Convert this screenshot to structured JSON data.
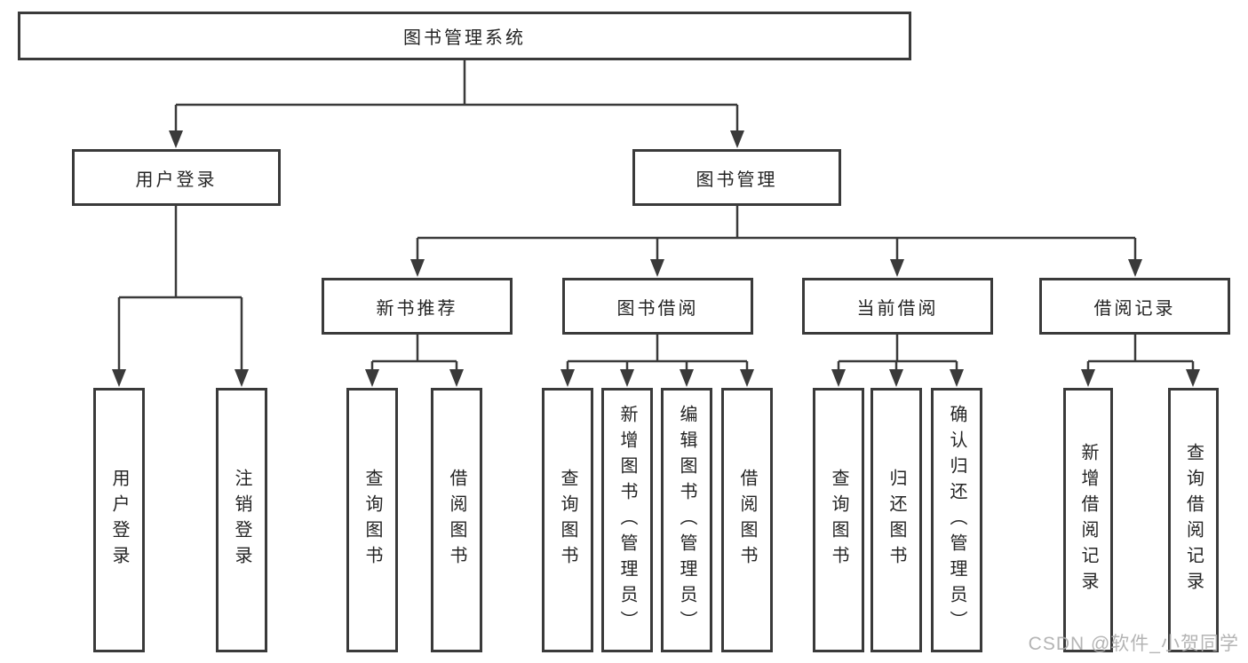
{
  "diagram_title": "图书管理系统",
  "watermark": "CSDN @软件_小贺同学",
  "colors": {
    "line": "#3a3a3a",
    "box_border": "#3a3a3a",
    "box_bg": "#ffffff",
    "text": "#242424",
    "watermark": "#acacac"
  },
  "nodes": {
    "root": {
      "label": "图书管理系统"
    },
    "user_login_branch": {
      "label": "用户登录"
    },
    "book_mgmt": {
      "label": "图书管理"
    },
    "new_book_rec": {
      "label": "新书推荐"
    },
    "book_borrow": {
      "label": "图书借阅"
    },
    "current_borrow": {
      "label": "当前借阅"
    },
    "borrow_records": {
      "label": "借阅记录"
    },
    "user_login_leaf": {
      "label": "用户登录"
    },
    "logout_leaf": {
      "label": "注销登录"
    },
    "nbr_query_books": {
      "label": "查询图书"
    },
    "nbr_borrow_books": {
      "label": "借阅图书"
    },
    "bb_query_books": {
      "label": "查询图书"
    },
    "bb_add_books": {
      "label": "新增图书（管理员）"
    },
    "bb_edit_books": {
      "label": "编辑图书（管理员）"
    },
    "bb_borrow_books": {
      "label": "借阅图书"
    },
    "cb_query_books": {
      "label": "查询图书"
    },
    "cb_return_books": {
      "label": "归还图书"
    },
    "cb_confirm_return": {
      "label": "确认归还（管理员）"
    },
    "br_add_record": {
      "label": "新增借阅记录"
    },
    "br_query_record": {
      "label": "查询借阅记录"
    }
  },
  "hierarchy": {
    "图书管理系统": {
      "用户登录": [
        "用户登录",
        "注销登录"
      ],
      "图书管理": {
        "新书推荐": [
          "查询图书",
          "借阅图书"
        ],
        "图书借阅": [
          "查询图书",
          "新增图书（管理员）",
          "编辑图书（管理员）",
          "借阅图书"
        ],
        "当前借阅": [
          "查询图书",
          "归还图书",
          "确认归还（管理员）"
        ],
        "借阅记录": [
          "新增借阅记录",
          "查询借阅记录"
        ]
      }
    }
  }
}
